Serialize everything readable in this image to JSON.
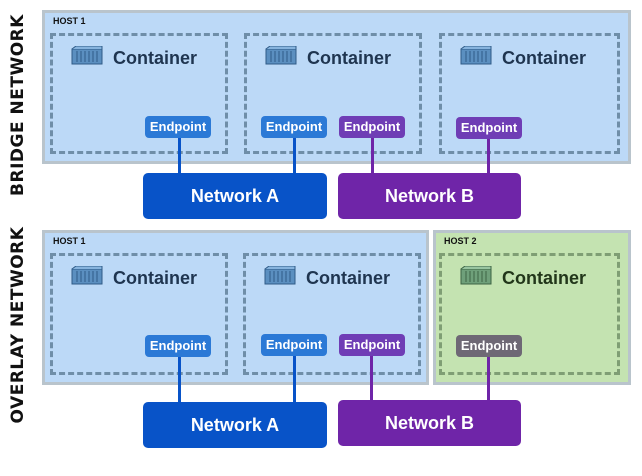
{
  "labels": {
    "bridge_network": "BRIDGE NETWORK",
    "overlay_network": "OVERLAY NETWORK"
  },
  "hosts": {
    "bridge_host1": "HOST 1",
    "overlay_host1": "HOST 1",
    "overlay_host2": "HOST 2"
  },
  "container_label": "Container",
  "endpoint_label": "Endpoint",
  "networks": {
    "a": "Network A",
    "b": "Network B"
  },
  "colors": {
    "host_blue": "#bcd9f7",
    "host_green": "#c4e3b1",
    "network_a": "#0853c8",
    "network_b": "#6f25a8",
    "endpoint_a": "#2b79d6",
    "endpoint_b": "#6f3db5",
    "endpoint_b_host2": "#6e6875"
  }
}
